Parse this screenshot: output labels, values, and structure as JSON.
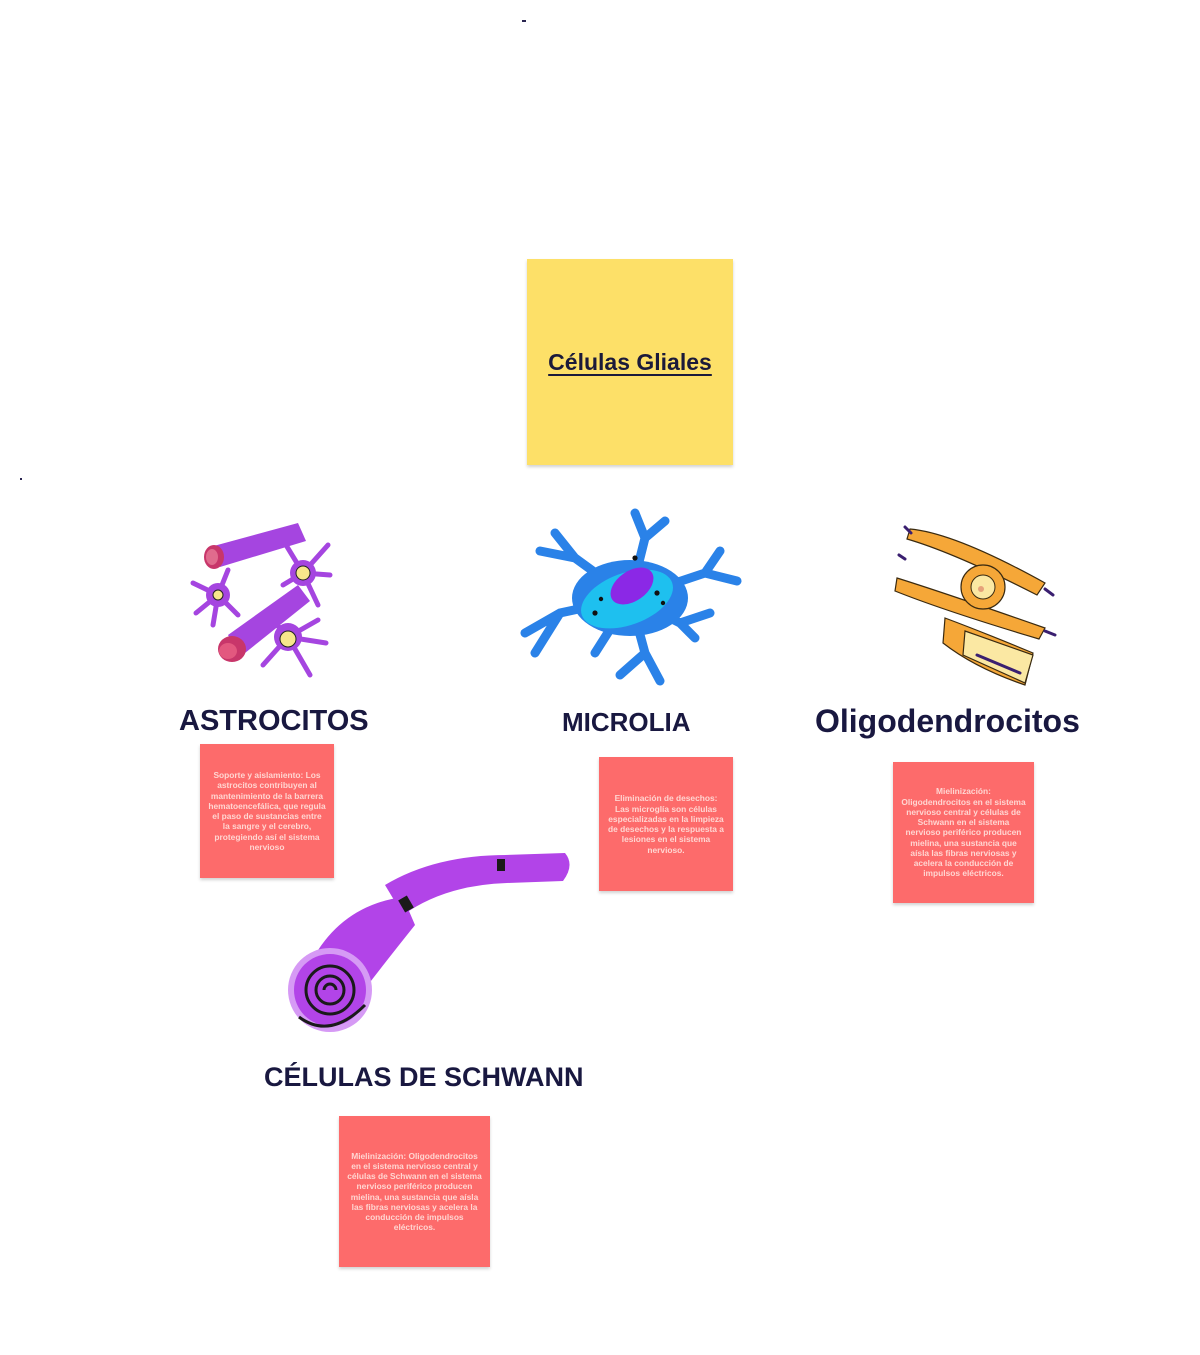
{
  "center": {
    "title": "Células Gliales"
  },
  "cells": [
    {
      "key": "astrocitos",
      "label": "ASTROCITOS",
      "description": "Soporte y aislamiento: Los astrocitos contribuyen al mantenimiento de la barrera hematoencefálica, que regula el paso de sustancias entre la sangre y el cerebro, protegiendo así el sistema nervioso"
    },
    {
      "key": "microglia",
      "label": "MICROLIA",
      "description": "Eliminación de desechos: Las microglía son células especializadas en la limpieza de desechos y la respuesta a lesiones en el sistema nervioso."
    },
    {
      "key": "oligodendrocitos",
      "label": "Oligodendrocitos",
      "description": "Mielinización: Oligodendrocitos en el sistema nervioso central y células de Schwann en el sistema nervioso periférico producen mielina, una sustancia que aísla las fibras nerviosas y acelera la conducción de impulsos eléctricos."
    },
    {
      "key": "schwann",
      "label": "CÉLULAS DE SCHWANN",
      "description": "Mielinización: Oligodendrocitos en el sistema nervioso central y células de Schwann en el sistema nervioso periférico producen mielina, una sustancia que aísla las fibras nerviosas y acelera la conducción de impulsos eléctricos."
    }
  ],
  "colors": {
    "yellow_note": "#fde068",
    "red_note": "#fd6b6b",
    "heading": "#191840"
  }
}
